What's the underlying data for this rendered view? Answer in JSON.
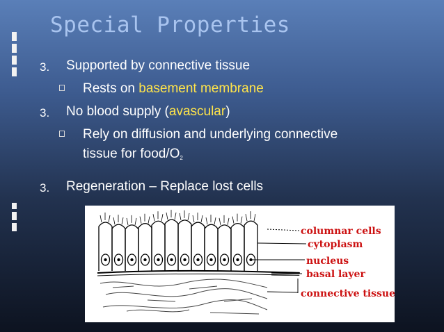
{
  "slide": {
    "title": "Special Properties",
    "items": [
      {
        "number": "3.",
        "text": "Supported by connective tissue"
      },
      {
        "number": "3.",
        "text_before": "No blood supply (",
        "highlight": "avascular",
        "text_after": ")"
      },
      {
        "number": "3.",
        "text": "Regeneration – Replace lost cells"
      }
    ],
    "subitems": [
      {
        "text_before": "Rests on ",
        "highlight": "basement membrane"
      },
      {
        "line1": "Rely on diffusion and underlying connective",
        "line2_before": "tissue for food/O",
        "subscript": "2"
      }
    ],
    "colors": {
      "highlight": "#ffe44a",
      "title": "#a9c4ef",
      "label_red": "#cc1111"
    }
  },
  "diagram": {
    "labels": {
      "columnar_cells": "columnar cells",
      "cytoplasm": "cytoplasm",
      "nucleus": "nucleus",
      "basal_layer": "basal layer",
      "connective_tissue": "connective tissue"
    }
  }
}
